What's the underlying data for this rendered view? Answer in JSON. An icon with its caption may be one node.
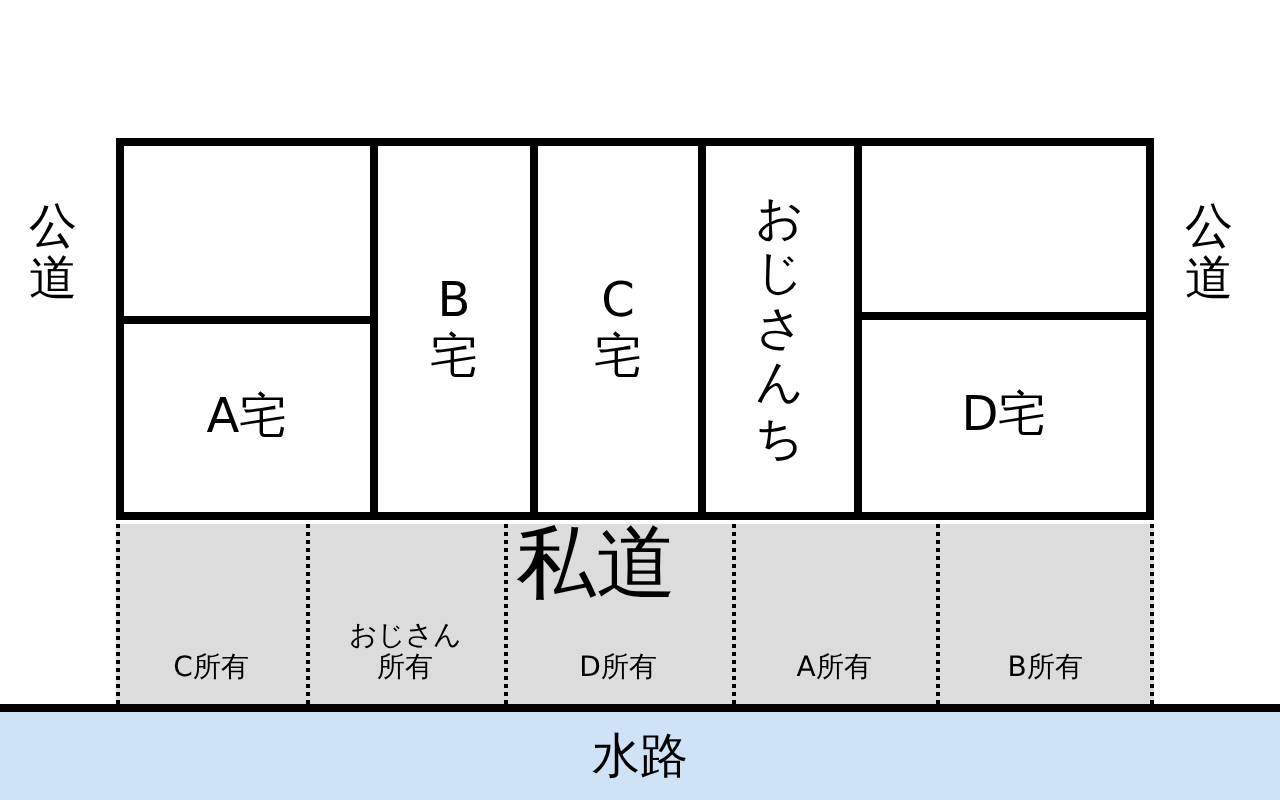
{
  "diagram": {
    "nodes": [
      {
        "text": [],
        "shape": "box"
      },
      {
        "text": [
          "A宅"
        ]
      },
      {
        "text": [
          "B宅"
        ]
      },
      {
        "text": [
          "C宅"
        ]
      },
      {
        "text": [
          "おじさんち"
        ]
      },
      {
        "text": [],
        "shape": "box"
      },
      {
        "text": [
          "D宅"
        ]
      },
      {
        "text": [
          "私道"
        ]
      },
      {
        "text": [
          "C所有"
        ],
        "in": 7
      },
      {
        "text": [
          "おじさん所有"
        ],
        "in": 7
      },
      {
        "text": [
          "D所有"
        ],
        "in": 7
      },
      {
        "text": [
          "A所有"
        ],
        "in": 7
      },
      {
        "text": [
          "B所有"
        ],
        "in": 7
      },
      {
        "text": [
          "水路"
        ]
      }
    ],
    "labels": [
      "公道",
      "公道"
    ]
  }
}
